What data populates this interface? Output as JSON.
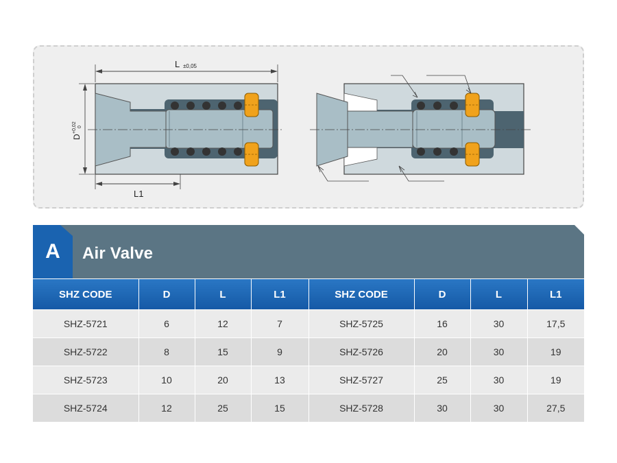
{
  "drawing": {
    "dim_L": "L",
    "dim_L_tol": "±0,05",
    "dim_D": "D",
    "dim_D_tol_top": "+0,02",
    "dim_D_tol_bottom": "0",
    "dim_L1": "L1"
  },
  "section": {
    "badge": "A",
    "title": "Air Valve"
  },
  "table": {
    "headers": [
      "SHZ CODE",
      "D",
      "L",
      "L1",
      "SHZ CODE",
      "D",
      "L",
      "L1"
    ],
    "rows": [
      [
        "SHZ-5721",
        "6",
        "12",
        "7",
        "SHZ-5725",
        "16",
        "30",
        "17,5"
      ],
      [
        "SHZ-5722",
        "8",
        "15",
        "9",
        "SHZ-5726",
        "20",
        "30",
        "19"
      ],
      [
        "SHZ-5723",
        "10",
        "20",
        "13",
        "SHZ-5727",
        "25",
        "30",
        "19"
      ],
      [
        "SHZ-5724",
        "12",
        "25",
        "15",
        "SHZ-5728",
        "30",
        "30",
        "27,5"
      ]
    ]
  },
  "colors": {
    "header_bar": "#5b7584",
    "badge": "#1a63b0",
    "table_header": "#1f68b5",
    "seal": "#f0a21c",
    "steel_dark": "#4d6470",
    "steel_light": "#a9bec6"
  }
}
